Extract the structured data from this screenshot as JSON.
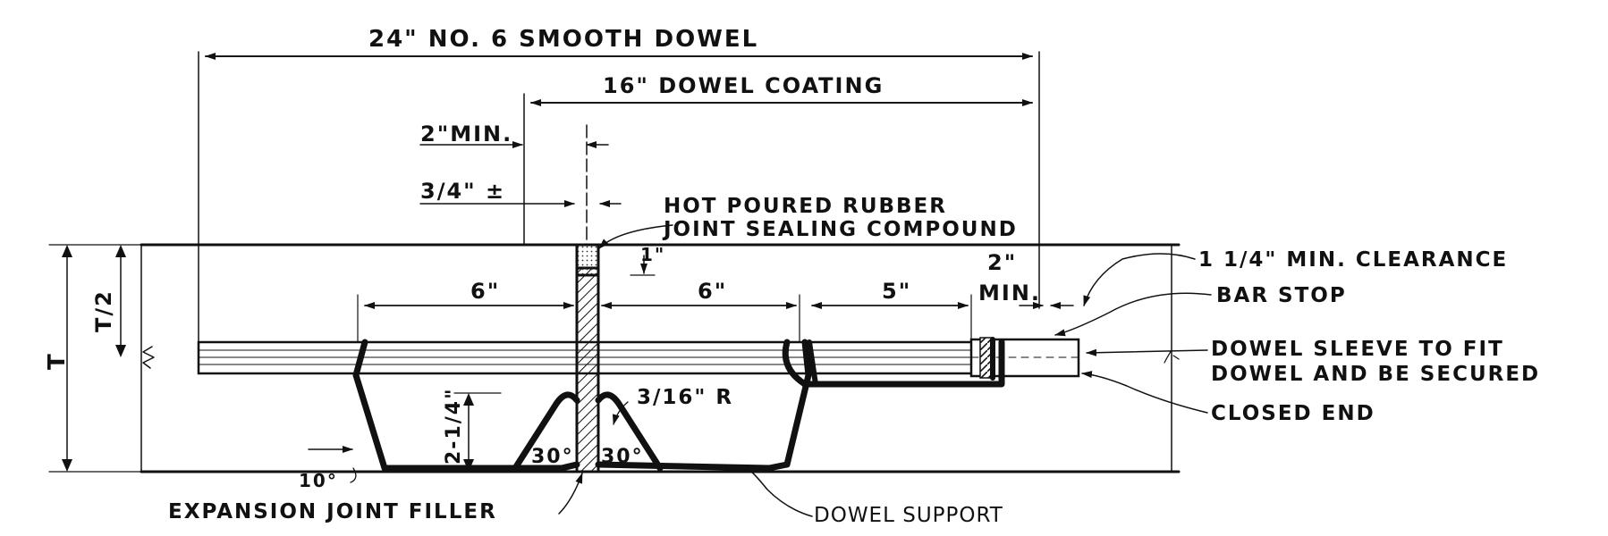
{
  "labels": {
    "smooth_dowel": "24\" NO. 6  SMOOTH  DOWEL",
    "dowel_coating": "16\"  DOWEL  COATING",
    "two_min": "2\"MIN.",
    "three_quarter": "3/4\" ±",
    "hot_poured_1": "HOT  POURED  RUBBER",
    "hot_poured_2": "JOINT  SEALING  COMPOUND",
    "clearance": "1 1/4\"  MIN.  CLEARANCE",
    "bar_stop": "BAR  STOP",
    "sleeve_1": "DOWEL  SLEEVE  TO  FIT",
    "sleeve_2": "DOWEL  AND  BE  SECURED",
    "closed_end": "CLOSED  END",
    "expansion_filler": "EXPANSION  JOINT  FILLER",
    "dowel_support": "DOWEL  SUPPORT",
    "six_left": "6\"",
    "six_right": "6\"",
    "five": "5\"",
    "two_right": "2\"",
    "min_right": "MIN.",
    "t_half": "T/2",
    "t": "T",
    "two_quarter": "2-1/4\"",
    "radius": "3/16\" R",
    "angle_left": "30°",
    "angle_right": "30°",
    "ten_deg": "10°",
    "sealant_depth": "1\""
  }
}
